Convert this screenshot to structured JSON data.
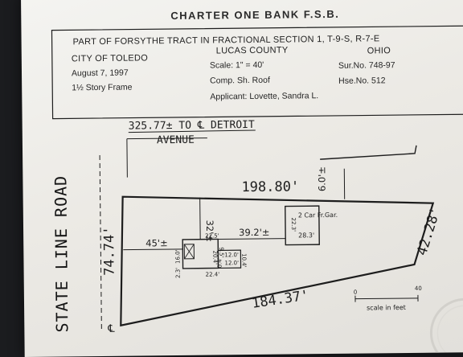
{
  "bank": "CHARTER ONE BANK F.S.B.",
  "header": {
    "title": "PART OF FORSYTHE TRACT IN FRACTIONAL SECTION 1, T-9-S, R-7-E",
    "city": "CITY OF TOLEDO",
    "county": "LUCAS COUNTY",
    "state": "OHIO",
    "date": "August 7, 1997",
    "scale": "Scale: 1\" = 40'",
    "survey_no": "Sur.No. 748-97",
    "story": "1½ Story Frame",
    "roof": "Comp. Sh. Roof",
    "house_no": "Hse.No. 512",
    "applicant": "Applicant: Lovette, Sandra L."
  },
  "plat": {
    "detroit_distance": "325.77± TO ℄ DETROIT",
    "avenue": "AVENUE",
    "road": "STATE LINE ROAD",
    "road_cl": "℄",
    "north_side": "198.80'",
    "south_side": "184.37'",
    "west_side": "74.74'",
    "east_side": "42.28'",
    "top_setback": "6.0'±",
    "front_setback": "45'±",
    "house_to_garage": "39.2'±",
    "north_setback": "32'±",
    "garage_label": "2 Car Fr.Gar.",
    "garage_width": "28.3'",
    "garage_depth": "22.3'",
    "house_dims": [
      "22.5'",
      "22.4'",
      "20.4'",
      "16.0'",
      "2.3'",
      "9.5'",
      "0.4'",
      "12.0'",
      "12.0'",
      "10.4'"
    ],
    "scale_label": "scale in feet",
    "scale_ticks": [
      "0",
      "40"
    ]
  }
}
